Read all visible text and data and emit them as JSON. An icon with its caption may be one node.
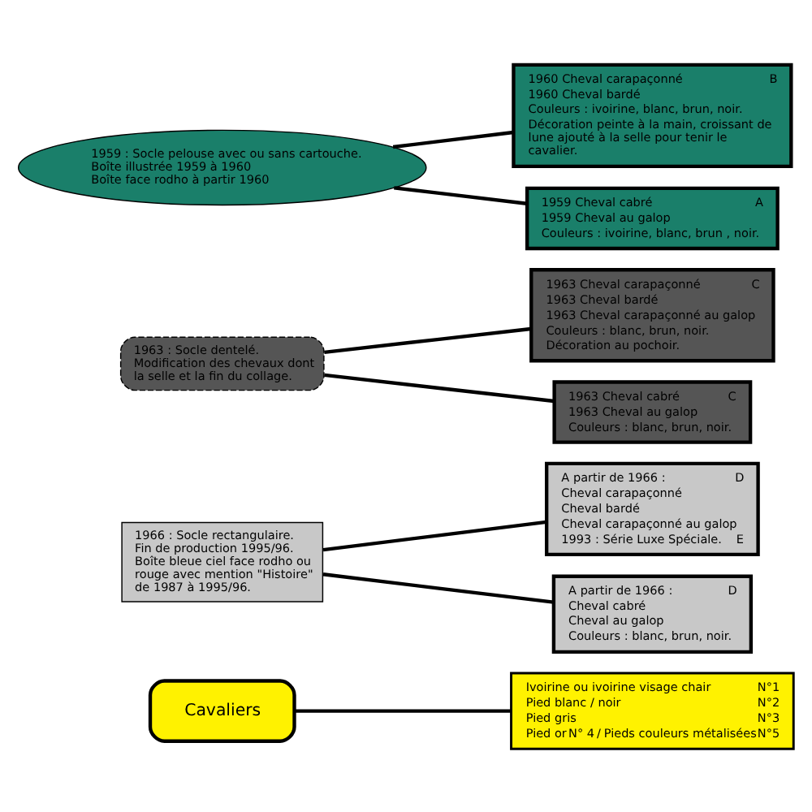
{
  "diagram": {
    "nodes": [
      {
        "text": [
          "1959 : Socle pelouse avec ou sans cartouche.",
          "Boîte illustrée 1959 à 1960",
          "Boîte face rodho à partir 1960"
        ]
      },
      {
        "text": [
          "1959 Cheval cabré",
          "A",
          "1959 Cheval au galop",
          "Couleurs : ivoirine, blanc, brun , noir."
        ]
      },
      {
        "text": [
          "1960 Cheval carapaçonné",
          "B",
          "1960 Cheval bardé",
          "Couleurs : ivoirine, blanc, brun, noir.",
          "Décoration peinte à la main, croissant de lune ajouté à la selle pour tenir le cavalier."
        ]
      },
      {
        "text": [
          "1963 : Socle dentelé.",
          "Modification des chevaux dont la selle et la fin du collage."
        ]
      },
      {
        "text": [
          "1963 Cheval cabré",
          "C",
          "1963 Cheval au galop",
          "Couleurs : blanc, brun, noir."
        ]
      },
      {
        "text": [
          "1963 Cheval carapaçonné",
          "C",
          "1963 Cheval bardé",
          "1963 Cheval carapaçonné au galop",
          "Couleurs : blanc, brun, noir.",
          "Décoration au pochoir."
        ]
      },
      {
        "text": [
          "1966 : Socle rectangulaire.",
          "Fin de production 1995/96.",
          "Boîte bleue ciel face rodho ou rouge avec mention \"Histoire\" de 1987 à 1995/96."
        ]
      },
      {
        "text": [
          "A partir de 1966 :",
          "D",
          "Cheval cabré",
          "Cheval au galop",
          "Couleurs : blanc, brun, noir."
        ]
      },
      {
        "text": [
          "A partir de 1966 :",
          "D",
          "Cheval carapaçonné",
          "Cheval bardé",
          "Cheval carapaçonné au galop",
          "1993 : Série Luxe Spéciale.",
          "E"
        ]
      },
      {
        "text": [
          "Cavaliers"
        ]
      },
      {
        "text": [
          "Ivoirine ou ivoirine visage chair",
          "N°1",
          "Pied blanc / noir",
          "N°2",
          "Pied gris",
          "N°3",
          "Pied or",
          "N° 4",
          "/",
          "Pieds couleurs métalisées",
          "N°5"
        ]
      }
    ],
    "edges": [
      {
        "from": 0,
        "to": 1,
        "arrow": "none"
      },
      {
        "from": 0,
        "to": 2,
        "arrow": "none"
      },
      {
        "from": 3,
        "to": 4,
        "arrow": "none"
      },
      {
        "from": 3,
        "to": 5,
        "arrow": "none"
      },
      {
        "from": 6,
        "to": 7,
        "arrow": "none"
      },
      {
        "from": 6,
        "to": 8,
        "arrow": "none"
      },
      {
        "from": 9,
        "to": 10,
        "arrow": "none"
      }
    ]
  }
}
